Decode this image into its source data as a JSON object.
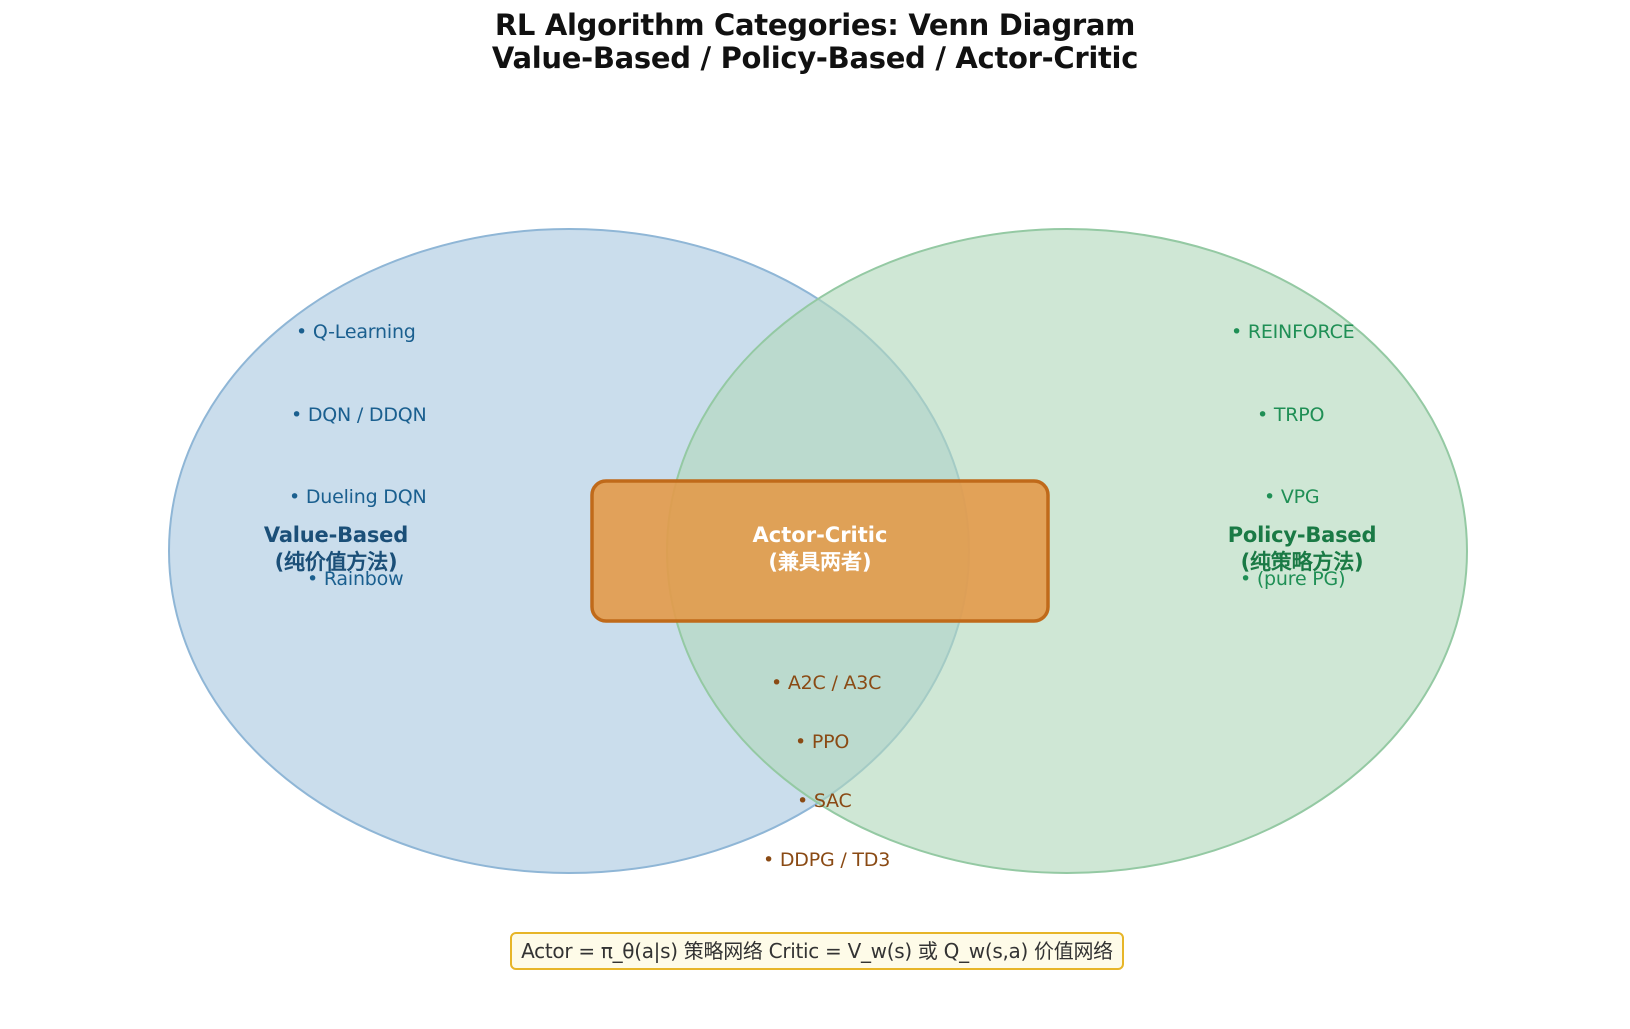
{
  "title": {
    "line1": "RL Algorithm Categories: Venn Diagram",
    "line2": "Value-Based  /  Policy-Based  /  Actor-Critic"
  },
  "value_based": {
    "name": "Value-Based",
    "subtitle": "(纯价值方法)",
    "color": "#1b4f78",
    "fill": "#c8dcea",
    "items": [
      "• Q-Learning",
      "• DQN / DDQN",
      "• Dueling DQN",
      "• Rainbow"
    ]
  },
  "policy_based": {
    "name": "Policy-Based",
    "subtitle": "(纯策略方法)",
    "color": "#1a7a45",
    "fill": "#cfe6d5",
    "items": [
      "• REINFORCE",
      "• TRPO",
      "• VPG",
      "• (pure PG)"
    ]
  },
  "actor_critic": {
    "name": "Actor-Critic",
    "subtitle": "(兼具两者)",
    "color": "#e39a4a",
    "items": [
      "• A2C / A3C",
      "• PPO",
      "• SAC",
      "• DDPG / TD3"
    ]
  },
  "legend": {
    "text": "Actor = π_θ(a|s) 策略网络    Critic = V_w(s) 或 Q_w(s,a) 价值网络"
  }
}
